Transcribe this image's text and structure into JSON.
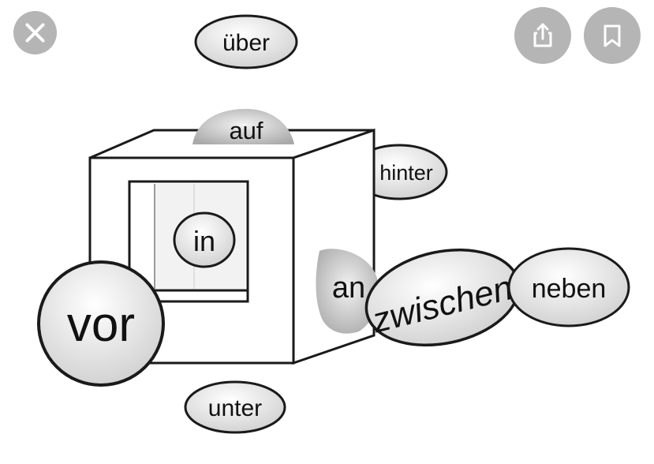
{
  "toolbar": {
    "close_icon": "close-icon",
    "share_icon": "share-icon",
    "bookmark_icon": "bookmark-icon",
    "button_color": "#b5b5b5",
    "icon_color": "#ffffff"
  },
  "illustration": {
    "words": {
      "ueber": "über",
      "auf": "auf",
      "hinter": "hinter",
      "in": "in",
      "an": "an",
      "zwischen": "zwischen",
      "neben": "neben",
      "vor": "vor",
      "unter": "unter"
    },
    "bubble_fill": "#e6e6e6",
    "line_color": "#1a1a1a"
  }
}
